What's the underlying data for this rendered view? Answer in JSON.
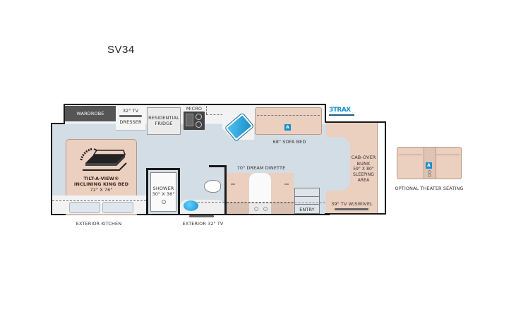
{
  "title": "SV34",
  "brand_badge": "3TRAX",
  "badge_marker": "A",
  "colors": {
    "floor": "#d3dde6",
    "wall": "#1a1a1a",
    "furniture_peach": "#ebcfbf",
    "accent_blue": "#1a8fc9",
    "wardrobe_dark": "#555555",
    "appliance_grey": "#ebebeb"
  },
  "rooms": {
    "wardrobe": "WARDROBE",
    "tv_bedroom": "32\" TV",
    "dresser": "DRESSER",
    "fridge_line1": "RESIDENTIAL",
    "fridge_line2": "FRIDGE",
    "micro": "MICRO",
    "bed_line1": "TILT-A-VIEW®",
    "bed_line2": "INCLINING KING BED",
    "bed_line3": "72\" X 76\"",
    "shower_line1": "SHOWER",
    "shower_line2": "30\" X 36\"",
    "sofa": "68\" SOFA BED",
    "dinette": "70\" DREAM DINETTE",
    "entry": "ENTRY",
    "bunk_line1": "CAB-OVER",
    "bunk_line2": "BUNK",
    "bunk_line3": "59\" X 80\"",
    "bunk_line4": "SLEEPING",
    "bunk_line5": "AREA",
    "tv_front": "39\" TV W/SWIVEL"
  },
  "exterior_labels": {
    "kitchen": "EXTERIOR KITCHEN",
    "tv": "EXTERIOR 32\" TV"
  },
  "optional": {
    "label": "OPTIONAL THEATER SEATING"
  }
}
